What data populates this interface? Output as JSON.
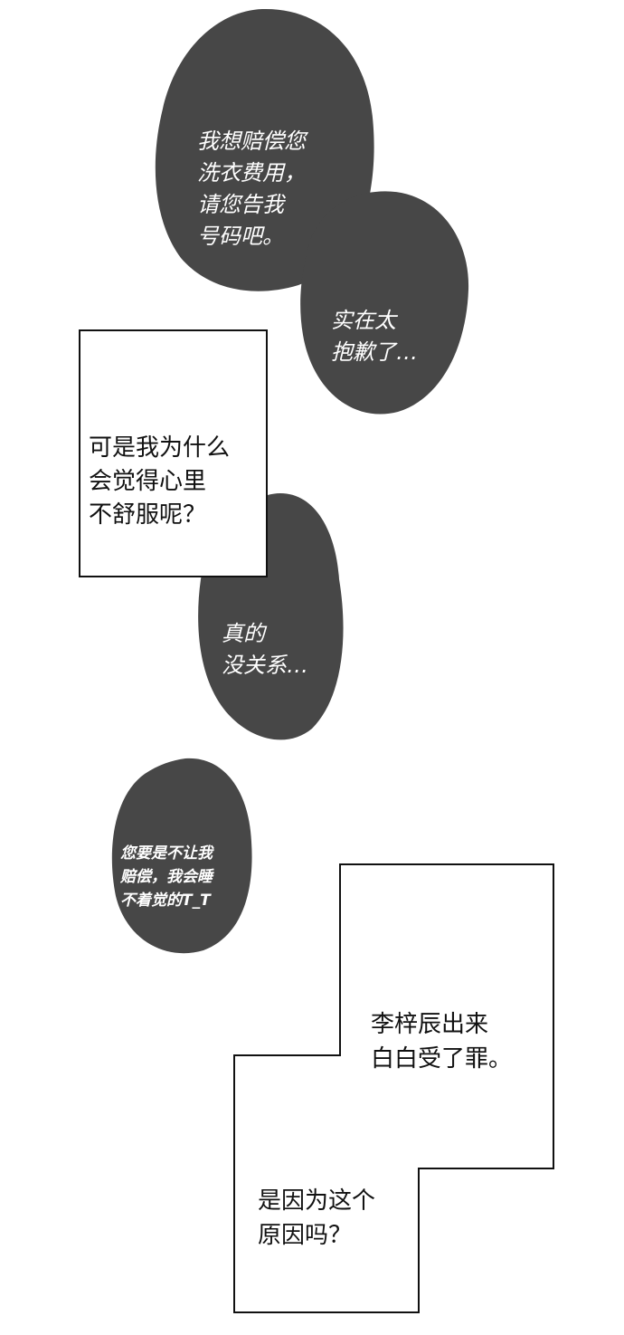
{
  "colors": {
    "background": "#ffffff",
    "bubble_fill": "#474747",
    "bubble_text": "#ffffff",
    "box_border": "#111111",
    "box_text": "#111111"
  },
  "bubbles": [
    {
      "id": "bubble-1",
      "lines": [
        "我想赔偿您",
        "洗衣费用，",
        "请您告我",
        "号码吧。"
      ]
    },
    {
      "id": "bubble-2",
      "lines": [
        "实在太",
        "抱歉了…"
      ]
    },
    {
      "id": "bubble-3",
      "lines": [
        "真的",
        "没关系…"
      ]
    },
    {
      "id": "bubble-4",
      "lines": [
        "您要是不让我",
        "赔偿，我会睡",
        "不着觉的T_T"
      ]
    }
  ],
  "narration_boxes": [
    {
      "id": "box-1",
      "lines": [
        "可是我为什么",
        "会觉得心里",
        "不舒服呢？"
      ]
    },
    {
      "id": "box-2",
      "lines": [
        "李梓辰出来",
        "白白受了罪。",
        "是因为这个",
        "原因吗？"
      ]
    }
  ]
}
